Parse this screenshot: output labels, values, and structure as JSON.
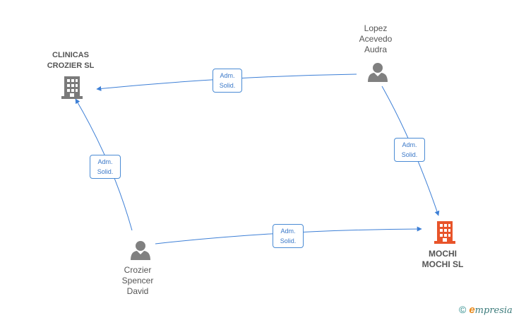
{
  "nodes": {
    "clinicas": {
      "label": "CLINICAS\nCROZIER  SL",
      "type": "company"
    },
    "lopez": {
      "label": "Lopez\nAcevedo\nAudra",
      "type": "person"
    },
    "crozier": {
      "label": "Crozier\nSpencer\nDavid",
      "type": "person"
    },
    "mochi": {
      "label": "MOCHI\nMOCHI  SL",
      "type": "company",
      "highlight": true
    }
  },
  "edges": [
    {
      "from": "lopez",
      "to": "clinicas",
      "line1": "Adm.",
      "line2": "Solid."
    },
    {
      "from": "lopez",
      "to": "mochi",
      "line1": "Adm.",
      "line2": "Solid."
    },
    {
      "from": "crozier",
      "to": "clinicas",
      "line1": "Adm.",
      "line2": "Solid."
    },
    {
      "from": "crozier",
      "to": "mochi",
      "line1": "Adm.",
      "line2": "Solid."
    }
  ],
  "colors": {
    "edge": "#3d7fd6",
    "company": "#7a7a7a",
    "company_highlight": "#e8542a",
    "person": "#808080"
  },
  "brand": {
    "copyright": "©",
    "e": "e",
    "rest": "mpresia"
  }
}
